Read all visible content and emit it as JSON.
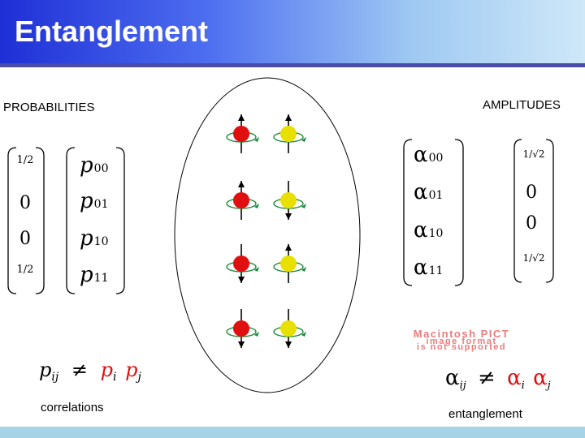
{
  "title": "Entanglement",
  "left_heading": "PROBABILITIES",
  "right_heading": "AMPLITUDES",
  "left_caption": "correlations",
  "right_caption": "entanglement",
  "prob_vector": [
    "1/2",
    "0",
    "0",
    "1/2"
  ],
  "p_vector": {
    "symbol": "p",
    "subscripts": [
      "00",
      "01",
      "10",
      "11"
    ]
  },
  "alpha_vector": {
    "symbol": "α",
    "subscripts": [
      "00",
      "01",
      "10",
      "11"
    ]
  },
  "amp_vector": [
    "1/√2",
    "0",
    "0",
    "1/√2"
  ],
  "prob_inequality": {
    "lhs": "p",
    "lhs_sub": "ij",
    "op": "≠",
    "r1": "p",
    "r1_sub": "i",
    "r2": "p",
    "r2_sub": "j"
  },
  "amp_inequality": {
    "lhs": "α",
    "lhs_sub": "ij",
    "op": "≠",
    "r1": "α",
    "r1_sub": "i",
    "r2": "α",
    "r2_sub": "j"
  },
  "pict_warning": [
    "Macintosh PICT",
    "image format",
    "is not supported"
  ],
  "colors": {
    "red_spin": "#e01010",
    "yellow_spin": "#e8e000",
    "accent_red": "#e01010",
    "orbit": "#1a8a3a"
  },
  "spin_pairs": [
    {
      "red": "up",
      "yellow": "up"
    },
    {
      "red": "up",
      "yellow": "down"
    },
    {
      "red": "down",
      "yellow": "up"
    },
    {
      "red": "down",
      "yellow": "down"
    }
  ]
}
